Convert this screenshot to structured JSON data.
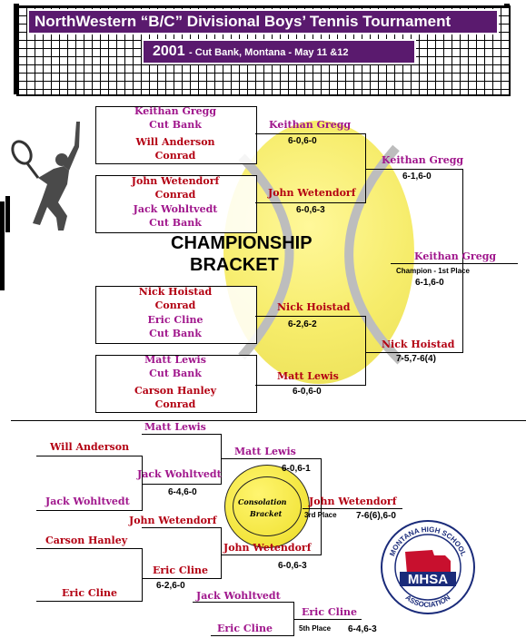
{
  "header": {
    "title": "NorthWestern “B/C” Divisional Boys’ Tennis Tournament",
    "year": "2001",
    "location": "- Cut Bank, Montana - May 11 &12"
  },
  "championship": {
    "label_line1": "CHAMPIONSHIP",
    "label_line2": "BRACKET",
    "r1": [
      {
        "p1": "Keithan Gregg",
        "s1": "Cut Bank",
        "p2": "Will Anderson",
        "s2": "Conrad"
      },
      {
        "p1": "John Wetendorf",
        "s1": "Conrad",
        "p2": "Jack Wohltvedt",
        "s2": "Cut Bank"
      },
      {
        "p1": "Nick Hoistad",
        "s1": "Conrad",
        "p2": "Eric Cline",
        "s2": "Cut Bank"
      },
      {
        "p1": "Matt Lewis",
        "s1": "Cut Bank",
        "p2": "Carson Hanley",
        "s2": "Conrad"
      }
    ],
    "r2": [
      {
        "name": "Keithan Gregg",
        "score": "6-0,6-0"
      },
      {
        "name": "John Wetendorf",
        "score": "6-0,6-3"
      },
      {
        "name": "Nick Hoistad",
        "score": "6-2,6-2"
      },
      {
        "name": "Matt Lewis",
        "score": "6-0,6-0"
      }
    ],
    "semi": [
      {
        "name": "Keithan Gregg",
        "score": "6-1,6-0"
      },
      {
        "name": "Nick Hoistad",
        "score": "7-5,7-6(4)"
      }
    ],
    "champion": {
      "name": "Keithan Gregg",
      "label": "Champion - 1st Place",
      "score": "6-1,6-0"
    }
  },
  "consolation": {
    "ball_line1": "Consolation",
    "ball_line2": "Bracket",
    "top": {
      "a": "Will Anderson",
      "b": "Jack Wohltvedt",
      "qf_top": "Matt Lewis",
      "qf_bot": "Jack Wohltvedt",
      "qf_score": "6-4,6-0",
      "sf": "Matt Lewis",
      "sf_score": "6-0,6-1"
    },
    "bottom": {
      "a": "Carson Hanley",
      "b": "Eric Cline",
      "qf_top": "John Wetendorf",
      "qf_bot": "Eric Cline",
      "qf_score": "6-2,6-0",
      "sf": "John Wetendorf",
      "sf_score": "6-0,6-3"
    },
    "third": {
      "name": "John Wetendorf",
      "label": "3rd Place",
      "score": "7-6(6),6-0"
    },
    "fifth": {
      "p1": "Jack Wohltvedt",
      "p2": "Eric Cline",
      "winner": "Eric Cline",
      "label": "5th Place",
      "score": "6-4,6-3"
    }
  },
  "logo": {
    "top_text": "MONTANA HIGH SCHOOL",
    "center_text": "MHSA",
    "bottom_text": "ASSOCIATION"
  },
  "colors": {
    "banner": "#5a1a6e",
    "name_red": "#b30012",
    "name_purple": "#a0168c",
    "ball": "#f6ec6a"
  }
}
